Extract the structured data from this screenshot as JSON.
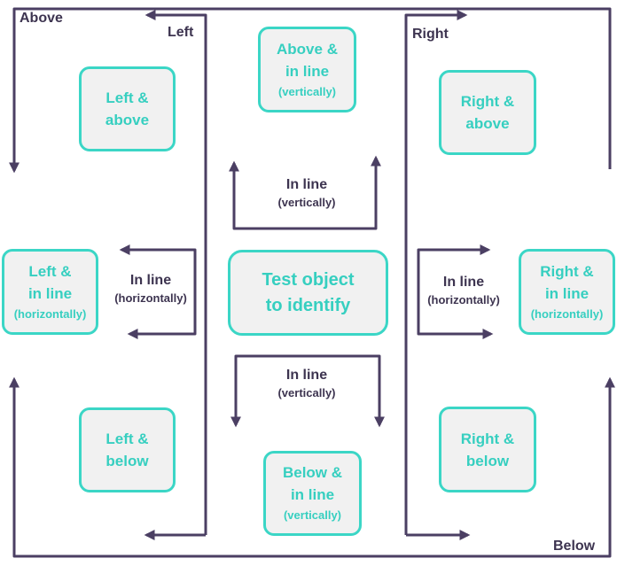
{
  "corners": {
    "above": "Above",
    "below": "Below",
    "left": "Left",
    "right": "Right"
  },
  "boxes": {
    "center": {
      "line1": "Test object",
      "line2": "to identify"
    },
    "left_above": {
      "line1": "Left &",
      "line2": "above"
    },
    "left_inline": {
      "line1": "Left &",
      "line2": "in line",
      "sub": "(horizontally)"
    },
    "left_below": {
      "line1": "Left &",
      "line2": "below"
    },
    "above_inline": {
      "line1": "Above &",
      "line2": "in line",
      "sub": "(vertically)"
    },
    "below_inline": {
      "line1": "Below &",
      "line2": "in line",
      "sub": "(vertically)"
    },
    "right_above": {
      "line1": "Right &",
      "line2": "above"
    },
    "right_inline": {
      "line1": "Right &",
      "line2": "in line",
      "sub": "(horizontally)"
    },
    "right_below": {
      "line1": "Right &",
      "line2": "below"
    }
  },
  "notes": {
    "top": {
      "main": "In line",
      "sub": "(vertically)"
    },
    "bottom": {
      "main": "In line",
      "sub": "(vertically)"
    },
    "left": {
      "main": "In line",
      "sub": "(horizontally)"
    },
    "right": {
      "main": "In line",
      "sub": "(horizontally)"
    }
  },
  "colors": {
    "box_border": "#3bd6c6",
    "box_text": "#36cfc0",
    "box_fill": "#f1f1f1",
    "arrow": "#4b3f63",
    "label": "#3d3450"
  }
}
